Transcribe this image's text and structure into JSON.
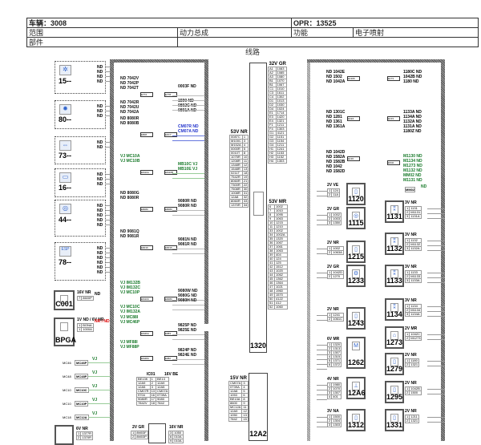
{
  "header": {
    "vehicle": "车辆：3008",
    "opr": "OPR：13525",
    "scope_label": "范围",
    "scope_value": "动力总成",
    "function_label": "功能",
    "function_value": "电子喷射",
    "part_label": "部件"
  },
  "section_title": "线路",
  "left_groups": [
    {
      "label": "15--",
      "icon": "fan",
      "wires": [
        "ND",
        "ND",
        "ND",
        "ND"
      ]
    },
    {
      "label": "80--",
      "icon": "gear",
      "wires": [
        "ND",
        "ND",
        "ND"
      ]
    },
    {
      "label": "73--",
      "icon": "car",
      "wires": [
        "ND",
        "ND"
      ]
    },
    {
      "label": "16--",
      "icon": "seat",
      "wires": [
        "ND",
        "ND",
        "ND"
      ]
    },
    {
      "label": "44--",
      "icon": "brake",
      "wires": [
        "ND",
        "ND",
        "ND",
        "ND",
        "ND"
      ]
    },
    {
      "label": "78--",
      "icon": "ESP",
      "wires": [
        "ND",
        "ND",
        "ND",
        "ND",
        "ND",
        "ND"
      ]
    }
  ],
  "splices": [
    {
      "left": "E7?4",
      "right": "E7?8",
      "lw": [
        "ND 7042V",
        "ND 7042P",
        "ND 7042T",
        "ND 7042R",
        "ND 7042U",
        "ND 7042A"
      ],
      "rw": [
        "0003F ND",
        "1590 ND",
        "0802C ND",
        "0801A ND"
      ],
      "lc": "k",
      "rc": "k"
    },
    {
      "left": "E808",
      "right": "E0C7",
      "lw": [
        "ND 8080R",
        "ND 8080B"
      ],
      "rw": [
        "CM07R ND",
        "CM07A ND"
      ],
      "lc": "k",
      "rc": "bl"
    },
    {
      "left": "EM10A",
      "right": "EM10B",
      "lw": [
        "VJ MC10A",
        "VJ MC10B"
      ],
      "rw": [
        "MB10C VJ",
        "MB10E VJ"
      ],
      "lc": "g",
      "rc": "g"
    },
    {
      "left": "E8080",
      "right": "E8080",
      "lw": [
        "ND 8080G",
        "ND 8080R"
      ],
      "rw": [
        "9080R ND",
        "9080R ND"
      ],
      "lc": "k",
      "rc": "k"
    },
    {
      "left": "E9016",
      "right": "E9016",
      "lw": [
        "ND 9081Q",
        "ND 9081R"
      ],
      "rw": [
        "9081N ND",
        "9081R ND"
      ],
      "lc": "k",
      "rc": "k"
    },
    {
      "left": "EM10C",
      "right": "E9080",
      "lw": [
        "VJ IM132B",
        "VJ IM132C",
        "VJ MC10P",
        "VJ MC10C",
        "VJ IM132A"
      ],
      "rw": [
        "9080W ND",
        "9080G ND",
        "9080H ND"
      ],
      "lc": "g",
      "rc": "k"
    },
    {
      "left": "EM46A",
      "right": "E983",
      "lw": [
        "VJ MC88I",
        "VJ MC46P"
      ],
      "rw": [
        "9825P ND",
        "9825E ND"
      ],
      "lc": "g",
      "rc": "k"
    },
    {
      "left": "EM48C",
      "right": "E982",
      "lw": [
        "VJ MF88I",
        "VJ MF88P"
      ],
      "rw": [
        "9824P ND",
        "9824E ND"
      ],
      "lc": "g",
      "rc": "k"
    }
  ],
  "connectors_left": [
    {
      "name": "C001",
      "conn": "16V NR",
      "pins": [
        [
          "7",
          "8600P"
        ]
      ],
      "wire": "ND"
    },
    {
      "name": "BPGA",
      "conn": "1V ND / 6V NR",
      "pins": [
        [
          "1",
          "BONA"
        ],
        [
          "1",
          "1000A"
        ]
      ],
      "wire": "NR / ND"
    }
  ],
  "small_links": [
    {
      "id": "MC46",
      "tag": "MC46P",
      "w": "VJ"
    },
    {
      "id": "MC48",
      "tag": "MC48P",
      "w": "VJ"
    },
    {
      "id": "MC10",
      "tag": "MC10C",
      "w": "VJ"
    },
    {
      "id": "MC10",
      "tag": "MC10P",
      "w": "VJ"
    },
    {
      "id": "MC18",
      "tag": "MC12A",
      "w": "VJ"
    }
  ],
  "conn_53v": {
    "title": "53V NR",
    "pins": [
      [
        "0087C",
        "1"
      ],
      [
        "M100C",
        "3"
      ],
      [
        "M152A",
        "4"
      ],
      [
        "0000R",
        "5"
      ],
      [
        "0010T",
        "8"
      ],
      [
        "1075R",
        "10"
      ],
      [
        "1208R",
        "11"
      ],
      [
        "1348R",
        "12"
      ],
      [
        "1548R",
        "13"
      ],
      [
        "0211T",
        "18"
      ],
      [
        "7542R",
        "19"
      ],
      [
        "8060R",
        "21"
      ],
      [
        "7300R",
        "22"
      ],
      [
        "7508R",
        "30"
      ],
      [
        "1008R",
        "31"
      ],
      [
        "12A8",
        "32"
      ],
      [
        "8060R",
        "33"
      ],
      [
        "1370R",
        "34"
      ]
    ]
  },
  "conn_32v": {
    "title": "32V GR",
    "pins": [
      [
        "A1",
        "1083"
      ],
      [
        "A2",
        "1085"
      ],
      [
        "A3",
        "1080"
      ],
      [
        "B1",
        "1070"
      ],
      [
        "B1",
        "1067"
      ],
      [
        "C1",
        "1010"
      ],
      [
        "C3",
        "1611"
      ],
      [
        "C4",
        "1302"
      ],
      [
        "D1",
        "1013"
      ],
      [
        "D2",
        "1030"
      ],
      [
        "D4",
        "1024"
      ],
      [
        "E1",
        "1714"
      ],
      [
        "E3",
        "1420"
      ],
      [
        "E4",
        "1321"
      ],
      [
        "F1",
        "1211"
      ],
      [
        "F4",
        "1303"
      ],
      [
        "G1",
        "4121"
      ],
      [
        "G2",
        "1151"
      ],
      [
        "G3",
        "1154"
      ],
      [
        "G4",
        "1211"
      ],
      [
        "H1",
        "1241"
      ],
      [
        "H2",
        "1153"
      ],
      [
        "H3",
        "1152"
      ],
      [
        "H4",
        "1303"
      ]
    ]
  },
  "conn_53v_mr": {
    "title": "53V MR",
    "pins": [
      [
        "6",
        "1002"
      ],
      [
        "7",
        "1010"
      ],
      [
        "8",
        "1095"
      ],
      [
        "9",
        "1063"
      ],
      [
        "10",
        "1215"
      ],
      [
        "11",
        "1210"
      ],
      [
        "33",
        "1002"
      ],
      [
        "34",
        "1002A"
      ],
      [
        "35",
        "1320"
      ],
      [
        "36",
        "1067"
      ],
      [
        "37",
        "1061"
      ],
      [
        "38",
        "1063"
      ],
      [
        "39",
        "404"
      ],
      [
        "40",
        "124"
      ],
      [
        "41",
        "125"
      ],
      [
        "42",
        "1512"
      ],
      [
        "43",
        "1020"
      ],
      [
        "44",
        "1062"
      ],
      [
        "45",
        "1362"
      ],
      [
        "46",
        "1364"
      ],
      [
        "47",
        "1021"
      ],
      [
        "48",
        "1960"
      ],
      [
        "49",
        "1570"
      ],
      [
        "50",
        "4122"
      ],
      [
        "51",
        "412"
      ],
      [
        "52",
        "1060"
      ]
    ]
  },
  "ecu": {
    "name": "1320"
  },
  "ic01": {
    "title": "IC01",
    "conn": "16V BE",
    "rows": [
      [
        "BE13K",
        "1",
        "BE13"
      ],
      [
        "12A9",
        "2",
        "12A9"
      ],
      [
        "12A5",
        "3",
        "12A5"
      ],
      [
        "CM07R",
        "13",
        "CM07A"
      ],
      [
        "9704",
        "16",
        "0T39A"
      ],
      [
        "9080R",
        "17",
        "9080"
      ],
      [
        "7842V",
        "18",
        "7842"
      ]
    ]
  },
  "conn_15v": {
    "title": "15V NR",
    "pins": [
      [
        "CM07A",
        "3"
      ],
      [
        "0T39A",
        "4"
      ],
      [
        "12A8",
        "5"
      ],
      [
        "1053",
        "6"
      ],
      [
        "BE13A",
        "8"
      ],
      [
        "8600",
        "9"
      ],
      [
        "MC12A",
        "11"
      ],
      [
        "12A9",
        "12"
      ],
      [
        "1050",
        "13"
      ],
      [
        "7842",
        "15"
      ]
    ]
  },
  "box_12a2": {
    "name": "12A2"
  },
  "bottom_left": {
    "conn": "6V NR",
    "pins": [
      [
        "1",
        "1377R"
      ],
      [
        "2",
        "1370R"
      ]
    ]
  },
  "bottom_mid": {
    "conn": "2V GR",
    "pins": [
      [
        "1",
        "8M03F"
      ],
      [
        "2",
        "8M03P"
      ]
    ],
    "conn2": "16V NR",
    "pins2": [
      [
        "3",
        "1050"
      ],
      [
        "6",
        "010A"
      ],
      [
        "9",
        "010A"
      ]
    ]
  },
  "right_splices": [
    {
      "box": "E1306",
      "w": [
        "ND 1042E",
        "ND 1502",
        "ND 1042A"
      ]
    },
    {
      "box": "E1E3",
      "w": [
        "ND 1301C",
        "ND 1281",
        "ND 1361",
        "ND 1361A"
      ]
    },
    {
      "box": "E136",
      "w": [
        "ND 1042D",
        "ND 1582A",
        "ND 1582B",
        "ND 1042",
        "ND 1582D"
      ]
    },
    {
      "box": "E173",
      "w": [
        "1180C ND",
        "1042B ND",
        "1180 ND"
      ]
    },
    {
      "box": "E133",
      "w": [
        "1133A ND",
        "1134A ND",
        "1132A ND",
        "1131A ND",
        "1180Z ND"
      ]
    },
    {
      "box": "EM11",
      "w": [
        "M1130 ND",
        "M1134 ND",
        "M1273 ND",
        "M1132 ND",
        "MM02 ND",
        "M1131 ND"
      ],
      "green": true
    }
  ],
  "mm02": {
    "tag": "MM02",
    "w": "ND"
  },
  "comps_a": [
    {
      "name": "1120",
      "conn": "2V VE",
      "pins": [
        [
          "1",
          "124"
        ],
        [
          "2",
          "11A"
        ]
      ],
      "icon": "▯"
    },
    {
      "name": "1115",
      "conn": "2V GR",
      "pins": [
        [
          "1",
          "1002"
        ],
        [
          "2",
          "1003"
        ],
        [
          "3",
          "1350"
        ]
      ],
      "icon": "◎"
    },
    {
      "name": "1215",
      "conn": "2V NR",
      "pins": [
        [
          "1",
          "1002"
        ],
        [
          "2",
          "1063A"
        ]
      ],
      "icon": "▯"
    },
    {
      "name": "1233",
      "conn": "2V GR",
      "pins": [
        [
          "1",
          "1042D"
        ],
        [
          "2",
          "1270"
        ]
      ],
      "icon": "⚙"
    },
    {
      "name": "1243",
      "conn": "2V NR",
      "pins": [
        [
          "1",
          "1241"
        ],
        [
          "2",
          "1061C"
        ]
      ],
      "icon": "▯"
    },
    {
      "name": "1262",
      "conn": "6V MR",
      "pins": [
        [
          "1",
          "1320"
        ],
        [
          "2",
          "1313"
        ],
        [
          "3",
          "1307"
        ],
        [
          "4",
          "1315"
        ],
        [
          "5",
          "1371"
        ],
        [
          "6",
          "1372"
        ]
      ],
      "icon": "M"
    },
    {
      "name": "12A6",
      "conn": "4V NR",
      "pins": [
        [
          "1",
          "1980"
        ],
        [
          "2",
          "1070"
        ],
        [
          "3",
          "1307"
        ],
        [
          "4",
          "401"
        ]
      ],
      "icon": "⊥"
    },
    {
      "name": "1312",
      "conn": "3V NA",
      "pins": [
        [
          "1",
          "1500"
        ],
        [
          "2",
          "1304"
        ],
        [
          "3",
          "1303"
        ]
      ],
      "icon": "▯"
    }
  ],
  "comps_b": [
    {
      "name": "1131",
      "conn": "3V NR",
      "pins": [
        [
          "1",
          "1131"
        ],
        [
          "2",
          "M1131"
        ],
        [
          "3",
          "1131A"
        ]
      ],
      "icon": "⁑"
    },
    {
      "name": "1132",
      "conn": "3V NR",
      "pins": [
        [
          "1",
          "1132"
        ],
        [
          "2",
          "M1132"
        ],
        [
          "3",
          "1132A"
        ]
      ],
      "icon": "⁑"
    },
    {
      "name": "1133",
      "conn": "3V NR",
      "pins": [
        [
          "1",
          "1133"
        ],
        [
          "2",
          "M1133"
        ],
        [
          "3",
          "1133A"
        ]
      ],
      "icon": "⁑"
    },
    {
      "name": "1134",
      "conn": "3V NR",
      "pins": [
        [
          "1",
          "1134"
        ],
        [
          "2",
          "M1134"
        ],
        [
          "3",
          "1134A"
        ]
      ],
      "icon": "⁑"
    },
    {
      "name": "1273",
      "conn": "2V MR",
      "pins": [
        [
          "1",
          "1042C"
        ],
        [
          "2",
          "M1273"
        ]
      ],
      "icon": "⌂"
    },
    {
      "name": "1279",
      "conn": "2V NR",
      "pins": [
        [
          "1",
          "1180"
        ],
        [
          "2",
          "1321"
        ]
      ],
      "icon": "▯"
    },
    {
      "name": "1295",
      "conn": "2V NR",
      "pins": [
        [
          "1",
          "1042B"
        ],
        [
          "2",
          "1500"
        ]
      ],
      "icon": "▯"
    },
    {
      "name": "1331",
      "conn": "2V NR",
      "pins": [
        [
          "1",
          "1211"
        ],
        [
          "2",
          "1321"
        ]
      ],
      "icon": "▯"
    }
  ],
  "colors": {
    "green": "#187a2a",
    "blue": "#2233cc",
    "red": "#dd0000",
    "harness": "#777777"
  }
}
